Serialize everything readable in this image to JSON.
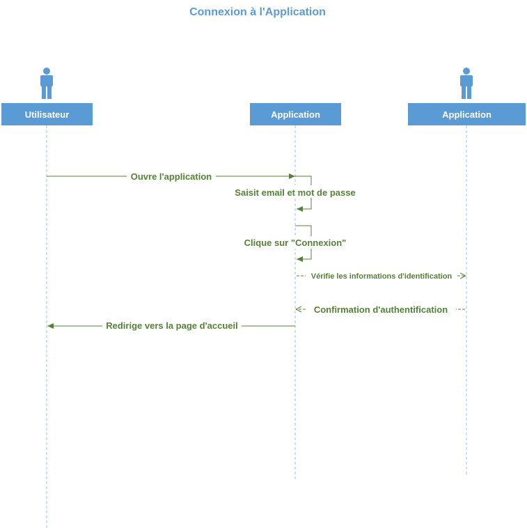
{
  "title": "Connexion à l'Application",
  "colors": {
    "title": "#5b9bd5",
    "box_fill": "#5b9bd5",
    "box_text": "#ffffff",
    "lifeline": "#9dc3e6",
    "actor": "#5b9bd5",
    "message": "#548235",
    "background": "#ffffff"
  },
  "participants": [
    {
      "id": "utilisateur",
      "label": "Utilisateur",
      "icon": "actor-figure-icon",
      "has_actor_icon": true
    },
    {
      "id": "application",
      "label": "Application",
      "icon": null,
      "has_actor_icon": false
    },
    {
      "id": "application-2",
      "label": "Application",
      "icon": "actor-figure-icon",
      "has_actor_icon": true
    }
  ],
  "messages": [
    {
      "from": "utilisateur",
      "to": "application",
      "label": "Ouvre l'application",
      "style": "solid"
    },
    {
      "from": "application",
      "to": "application",
      "label": "Saisit email et mot de passe",
      "style": "self"
    },
    {
      "from": "application",
      "to": "application",
      "label": "Clique sur \"Connexion\"",
      "style": "self"
    },
    {
      "from": "application",
      "to": "application-2",
      "label": "Vérifie les informations d'identification",
      "style": "dashed"
    },
    {
      "from": "application-2",
      "to": "application",
      "label": "Confirmation d'authentification",
      "style": "dashed"
    },
    {
      "from": "application",
      "to": "utilisateur",
      "label": "Redirige vers la page d'accueil",
      "style": "solid"
    }
  ]
}
